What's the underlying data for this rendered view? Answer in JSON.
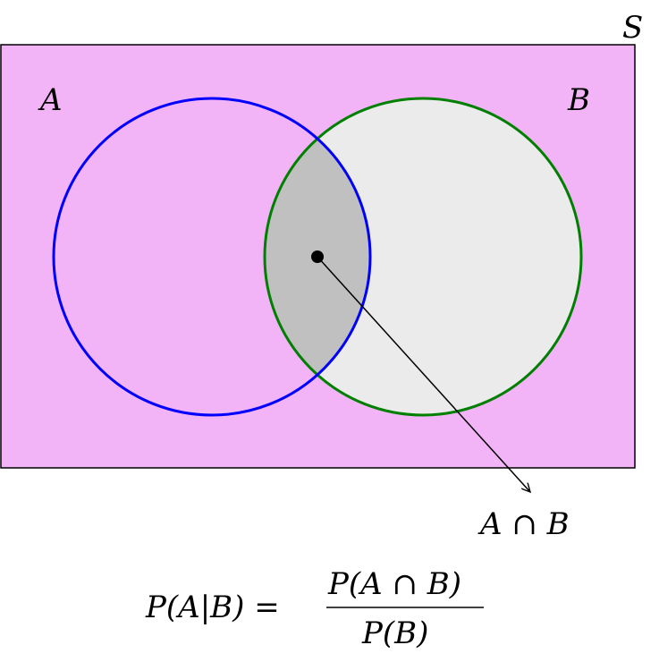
{
  "diagram": {
    "type": "venn",
    "sample_space_label": "S",
    "set_a_label": "A",
    "set_b_label": "B",
    "intersection_label": "A ∩ B",
    "formula": {
      "lhs": "P(A|B) =",
      "numerator": "P(A ∩ B)",
      "denominator": "P(B)"
    },
    "colors": {
      "sample_space_fill": "#f3b3f7",
      "set_a_stroke": "#0000ff",
      "set_b_stroke": "#008000",
      "set_b_fill": "#ebebeb",
      "intersection_fill": "#c0c0c0",
      "outline": "#000000"
    }
  }
}
